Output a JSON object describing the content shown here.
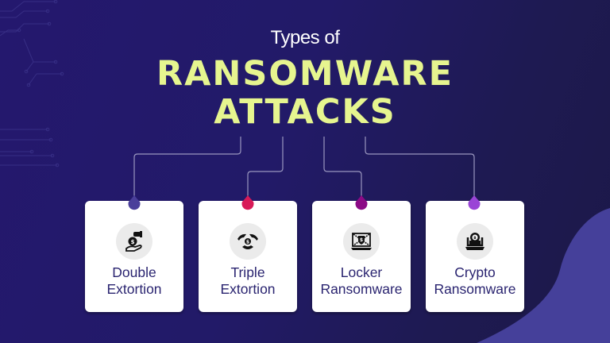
{
  "title": {
    "line1": "Types of",
    "line2": "RANSOMWARE",
    "line3": "ATTACKS"
  },
  "colors": {
    "background": "#221a68",
    "title_accent": "#e6f58f",
    "card_text": "#2a2470",
    "connector_line": "#9a97bf",
    "wave_shape": "#45409a"
  },
  "cards": [
    {
      "line1": "Double",
      "line2": "Extortion",
      "icon": "money-bag-hand-icon",
      "drop_color": "#4a3f9a"
    },
    {
      "line1": "Triple",
      "line2": "Extortion",
      "icon": "money-exchange-hands-icon",
      "drop_color": "#d81a58"
    },
    {
      "line1": "Locker",
      "line2": "Ransomware",
      "icon": "locked-laptop-chains-icon",
      "drop_color": "#8c0a86"
    },
    {
      "line1": "Crypto",
      "line2": "Ransomware",
      "icon": "bitcoin-laptop-icon",
      "drop_color": "#9a45d6"
    }
  ]
}
